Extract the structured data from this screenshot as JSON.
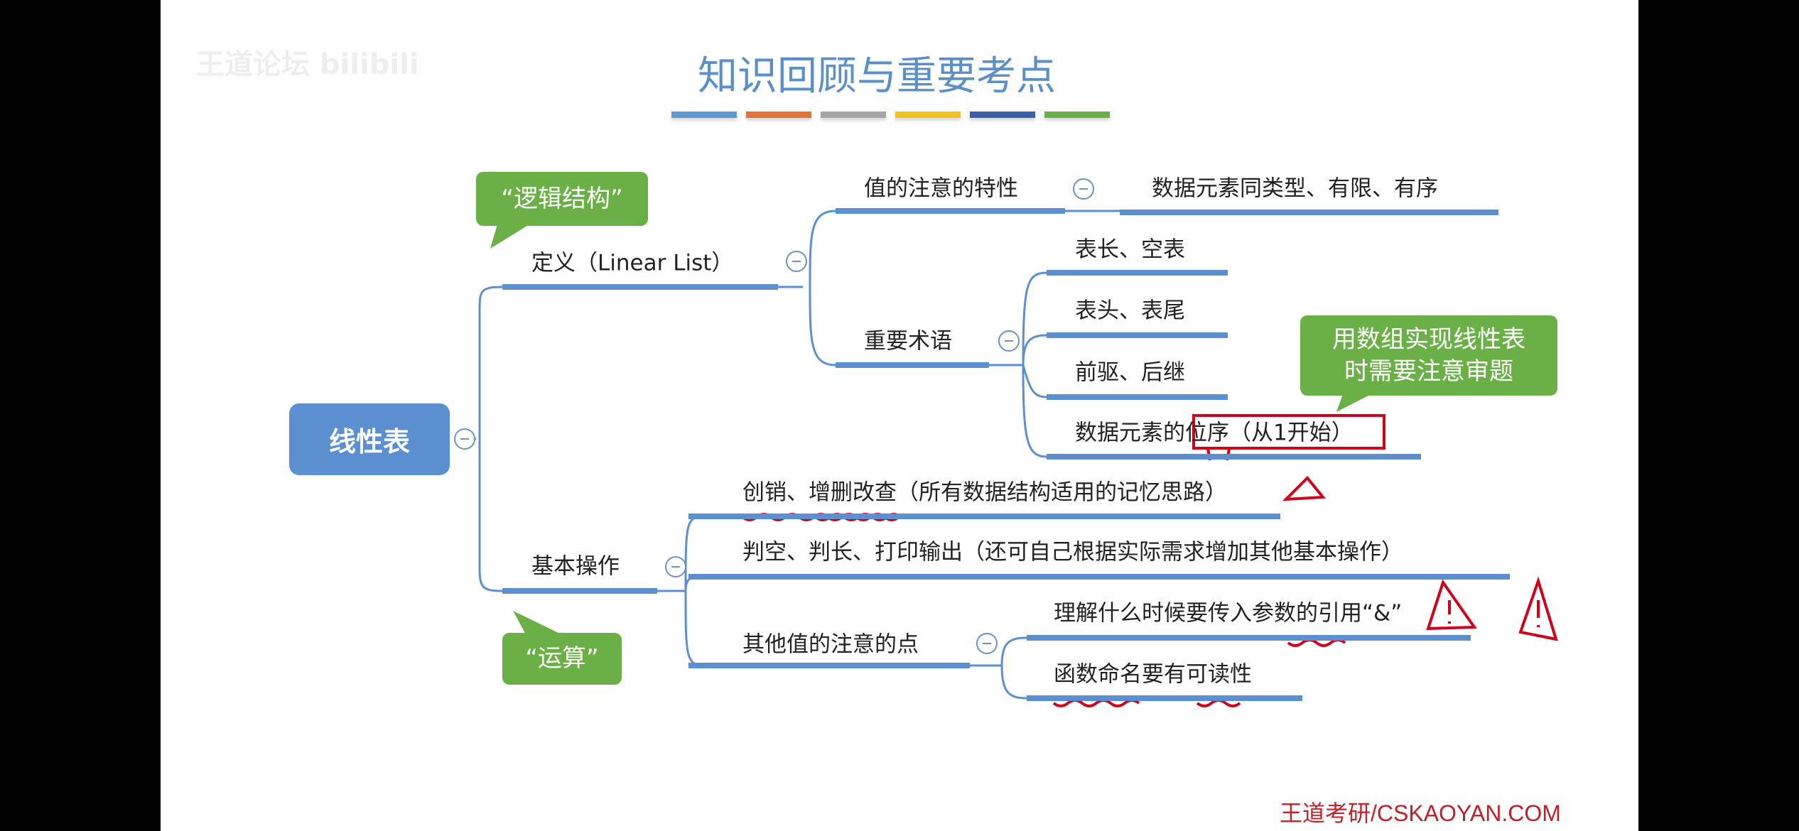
{
  "watermark": "王道论坛 bilibili",
  "title": "知识回顾与重要考点",
  "title_bar_colors": [
    "#5b9bd5",
    "#e0733a",
    "#a5a5a5",
    "#f5c21b",
    "#3c5fac",
    "#6ab047"
  ],
  "root": "线性表",
  "definition": {
    "label": "定义（Linear List）",
    "callout": "“逻辑结构”",
    "feature_label": "值的注意的特性",
    "feature_value": "数据元素同类型、有限、有序",
    "terms_label": "重要术语",
    "terms": [
      "表长、空表",
      "表头、表尾",
      "前驱、后继"
    ],
    "term_position_prefix": "数据元素的",
    "term_position_boxed": "位序（从1开始）",
    "callout_array": "用数组实现线性表时需要注意审题"
  },
  "operations": {
    "label": "基本操作",
    "callout": "“运算”",
    "items": [
      "创销、增删改查（所有数据结构适用的记忆思路）",
      "判空、判长、打印输出（还可自己根据实际需求增加其他基本操作）"
    ],
    "notes_label": "其他值的注意的点",
    "notes": [
      "理解什么时候要传入参数的引用“&”",
      "函数命名要有可读性"
    ]
  },
  "footer": "王道考研/CSKAOYAN.COM",
  "colors": {
    "accent": "#5b8fd0",
    "callout": "#6ab047",
    "annotation": "#d0021b"
  }
}
